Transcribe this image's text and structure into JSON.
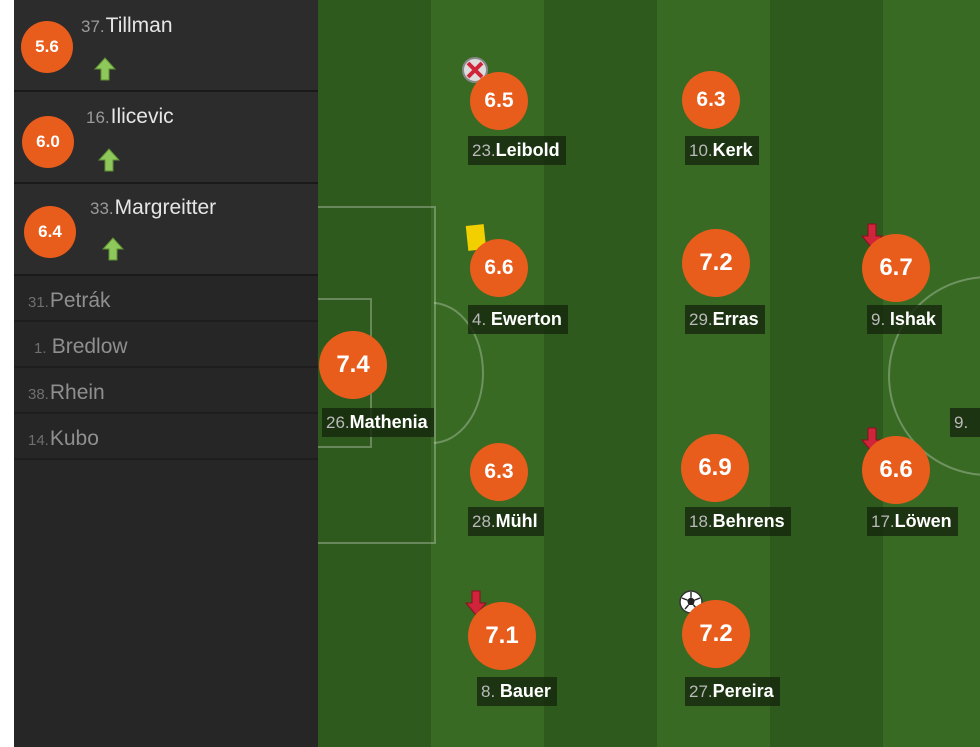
{
  "substitutes_in": [
    {
      "rating": "5.6",
      "number": "37.",
      "name": "Tillman",
      "icon": "sub-in-arrow-icon"
    },
    {
      "rating": "6.0",
      "number": "16.",
      "name": "Ilicevic",
      "icon": "sub-in-arrow-icon"
    },
    {
      "rating": "6.4",
      "number": "33.",
      "name": "Margreitter",
      "icon": "sub-in-arrow-icon"
    }
  ],
  "bench": [
    {
      "number": "31.",
      "name": "Petrák"
    },
    {
      "number": "1.",
      "name": "Bredlow"
    },
    {
      "number": "38.",
      "name": "Rhein"
    },
    {
      "number": "14.",
      "name": "Kubo"
    }
  ],
  "players": [
    {
      "rating": "7.4",
      "number": "26.",
      "name": "Mathenia"
    },
    {
      "rating": "6.5",
      "number": "23.",
      "name": "Leibold",
      "icon": "injury-cross-icon"
    },
    {
      "rating": "6.6",
      "number": "4. ",
      "name": "Ewerton",
      "icon": "yellow-card-icon"
    },
    {
      "rating": "6.3",
      "number": "28.",
      "name": "Mühl"
    },
    {
      "rating": "7.1",
      "number": "8. ",
      "name": "Bauer",
      "icon": "sub-out-arrow-icon"
    },
    {
      "rating": "6.3",
      "number": "10.",
      "name": "Kerk"
    },
    {
      "rating": "7.2",
      "number": "29.",
      "name": "Erras"
    },
    {
      "rating": "6.9",
      "number": "18.",
      "name": "Behrens"
    },
    {
      "rating": "7.2",
      "number": "27.",
      "name": "Pereira",
      "icon": "goal-ball-icon"
    },
    {
      "rating": "6.7",
      "number": "9. ",
      "name": "Ishak",
      "icon": "sub-out-arrow-icon"
    },
    {
      "rating": "6.6",
      "number": "17.",
      "name": "Löwen",
      "icon": "sub-out-arrow-icon"
    }
  ],
  "partial_label": "9."
}
